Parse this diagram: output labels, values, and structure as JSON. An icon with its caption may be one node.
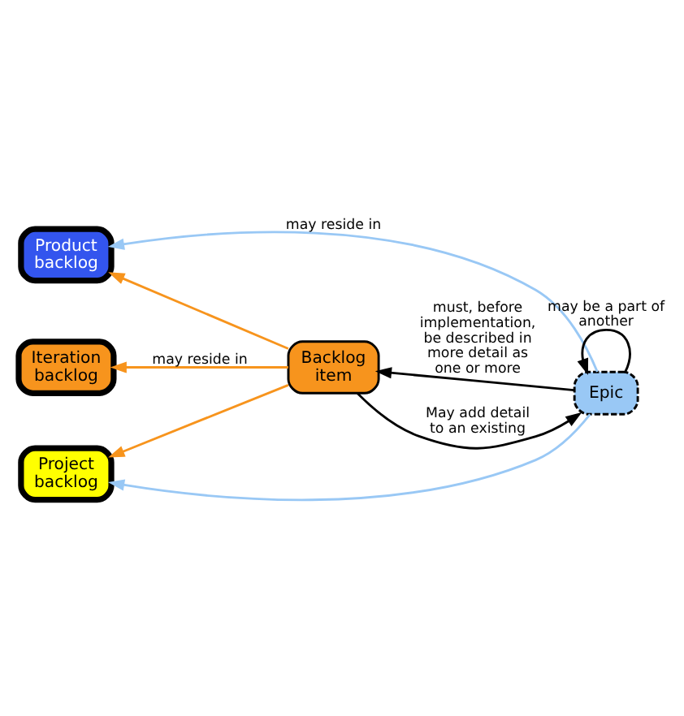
{
  "diagram": {
    "nodes": [
      {
        "text": [
          "Product backlog"
        ]
      },
      {
        "text": [
          "Project backlog"
        ]
      },
      {
        "text": [
          "Iteration backlog"
        ]
      },
      {
        "text": [
          "Epic"
        ]
      },
      {
        "text": [
          "Backlog item"
        ]
      }
    ],
    "edges": [
      {
        "from": 3,
        "to": 0,
        "arrow": "to",
        "label": "may reside in",
        "color": "#99c8f5"
      },
      {
        "from": 3,
        "to": 1,
        "arrow": "to",
        "color": "#99c8f5"
      },
      {
        "from": 3,
        "to": 3,
        "arrow": "to",
        "label": "may be a part of another"
      },
      {
        "from": 4,
        "to": 3,
        "arrow": "to",
        "label": "May add detail to an existing"
      },
      {
        "from": 3,
        "to": 4,
        "arrow": "to",
        "label": "must, before implementation, be described in more detail as one or more"
      },
      {
        "from": 4,
        "to": 0,
        "arrow": "to",
        "color": "#f7941d"
      },
      {
        "from": 4,
        "to": 1,
        "arrow": "to",
        "color": "#f7941d"
      },
      {
        "from": 4,
        "to": 2,
        "arrow": "to",
        "label": "may reside in",
        "color": "#f7941d"
      }
    ]
  }
}
